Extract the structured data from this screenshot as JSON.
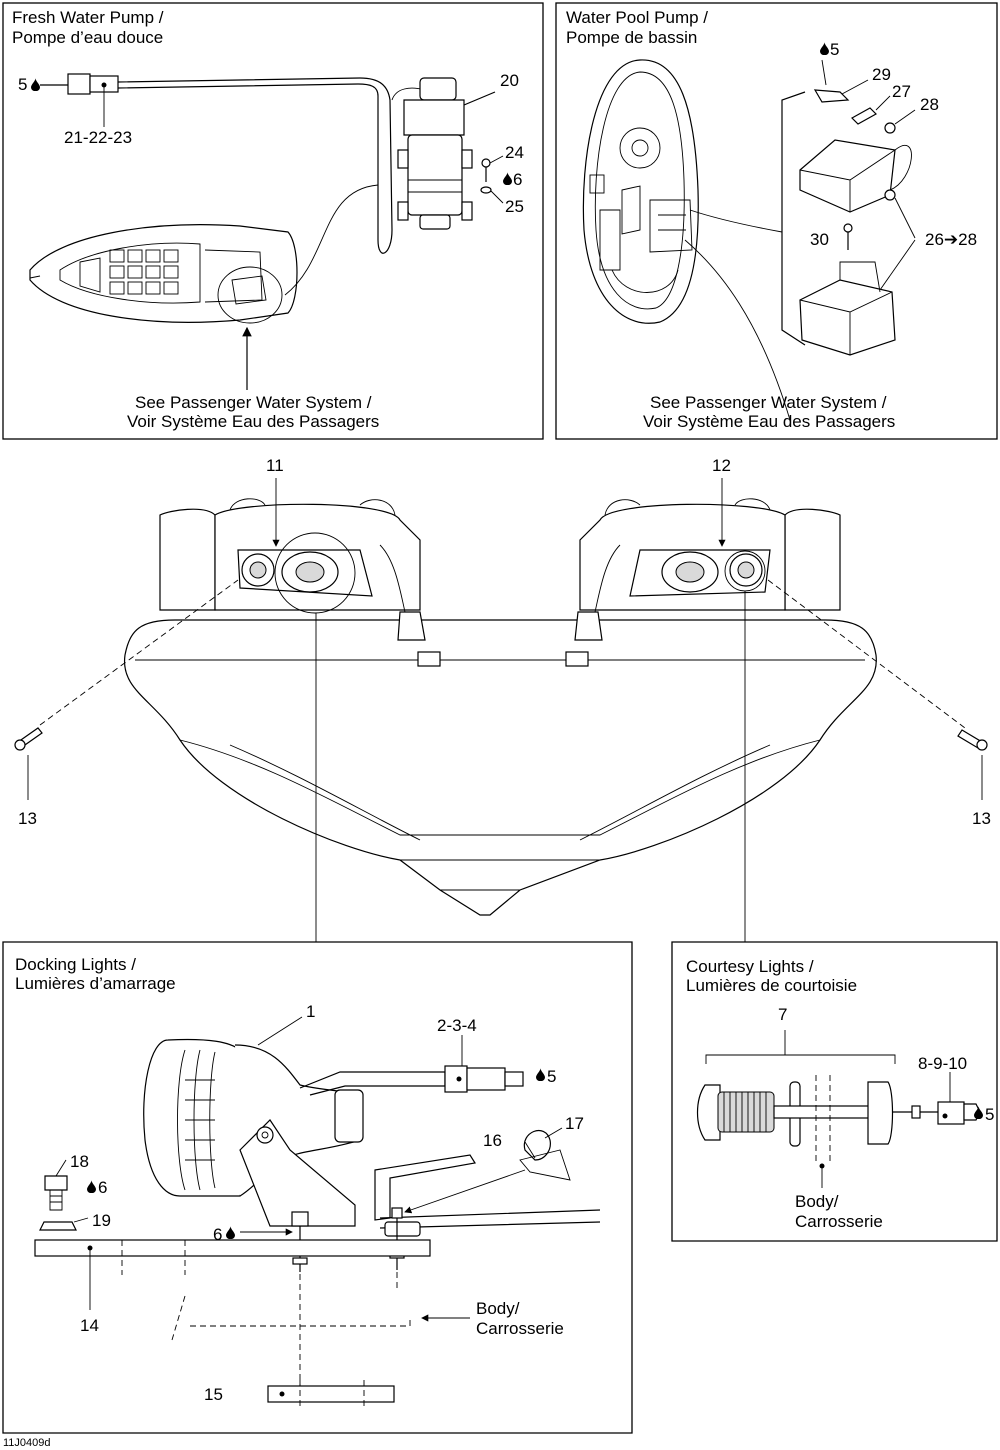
{
  "panels": {
    "fresh_water_pump": {
      "title_en": "Fresh Water Pump /",
      "title_fr": "Pompe d’eau douce",
      "see_line1": "See Passenger Water System /",
      "see_line2": "Voir Système Eau des Passagers"
    },
    "water_pool_pump": {
      "title_en": "Water Pool Pump /",
      "title_fr": "Pompe de bassin",
      "see_line1": "See Passenger Water System /",
      "see_line2": "Voir Système Eau des Passagers"
    },
    "docking_lights": {
      "title_en": "Docking Lights /",
      "title_fr": "Lumières d’amarrage",
      "body_line1": "Body/",
      "body_line2": "Carrosserie"
    },
    "courtesy_lights": {
      "title_en": "Courtesy Lights /",
      "title_fr": "Lumières de courtoisie",
      "body_line1": "Body/",
      "body_line2": "Carrosserie"
    }
  },
  "callouts": {
    "c_5": "5",
    "c_21_22_23": "21-22-23",
    "c_20": "20",
    "c_24": "24",
    "c_6": "6",
    "c_25": "25",
    "c_5b": "5",
    "c_29": "29",
    "c_27": "27",
    "c_28": "28",
    "c_30": "30",
    "c_26_28": "26➔28",
    "c_11": "11",
    "c_12": "12",
    "c_13a": "13",
    "c_13b": "13",
    "c_1": "1",
    "c_2_3_4": "2-3-4",
    "c_5c": "5",
    "c_17": "17",
    "c_16": "16",
    "c_18": "18",
    "c_6b": "6",
    "c_19": "19",
    "c_6c": "6",
    "c_14": "14",
    "c_15": "15",
    "c_7": "7",
    "c_8_9_10": "8-9-10",
    "c_5d": "5"
  },
  "drawing_code": "11J0409d",
  "icons": {
    "drop": "oil-drop-icon",
    "arrow": "arrow-right-icon"
  }
}
